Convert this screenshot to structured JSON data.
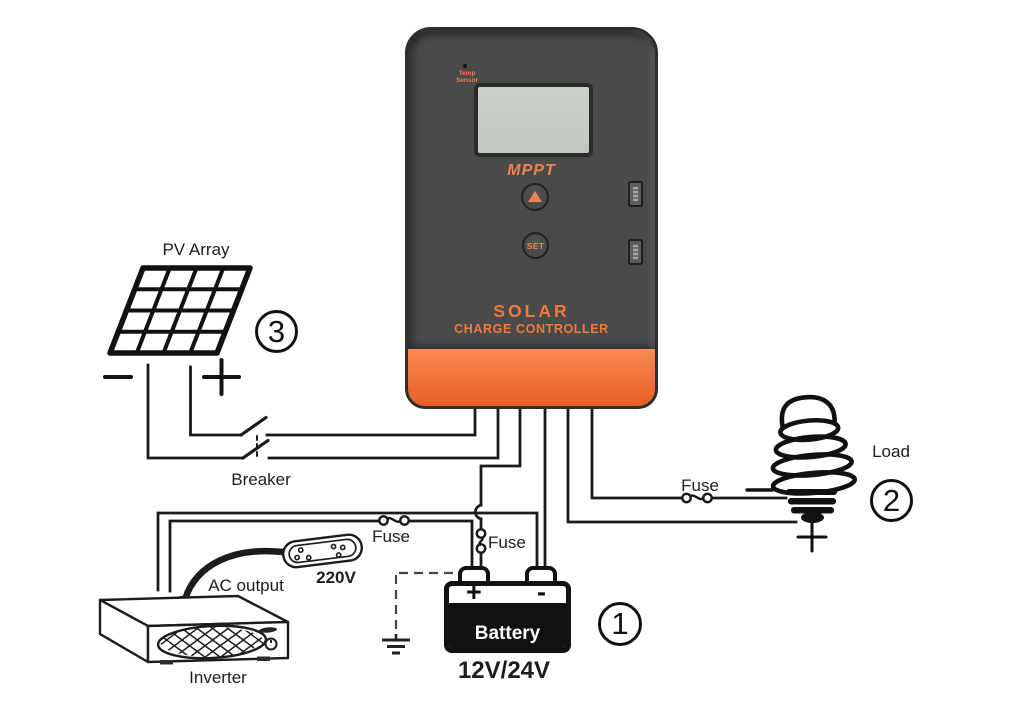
{
  "controller": {
    "temp_sensor_label": "Temp Sensor",
    "mppt_label": "MPPT",
    "set_button_label": "SET",
    "title": "SOLAR",
    "subtitle": "CHARGE CONTROLLER"
  },
  "pv": {
    "label": "PV Array",
    "minus_mark": "−",
    "plus_mark": "+"
  },
  "breaker": {
    "label": "Breaker"
  },
  "load": {
    "label": "Load",
    "fuse_label": "Fuse",
    "minus_mark": "−",
    "plus_mark": "+"
  },
  "battery": {
    "label": "Battery",
    "voltage_label": "12V/24V",
    "plus_mark": "+",
    "minus_mark": "-",
    "fuse_label": "Fuse"
  },
  "inverter": {
    "label": "Inverter",
    "ac_output_label": "AC output",
    "voltage_label": "220V",
    "fuse_label": "Fuse"
  },
  "steps": {
    "battery_num": "1",
    "load_num": "2",
    "pv_num": "3"
  },
  "colors": {
    "controller_body": "#4A4A4A",
    "controller_orange": "#F2713A",
    "accent_text": "#F0824E",
    "lcd_screen": "#C6CDC3",
    "wire": "#1A1A1A"
  }
}
